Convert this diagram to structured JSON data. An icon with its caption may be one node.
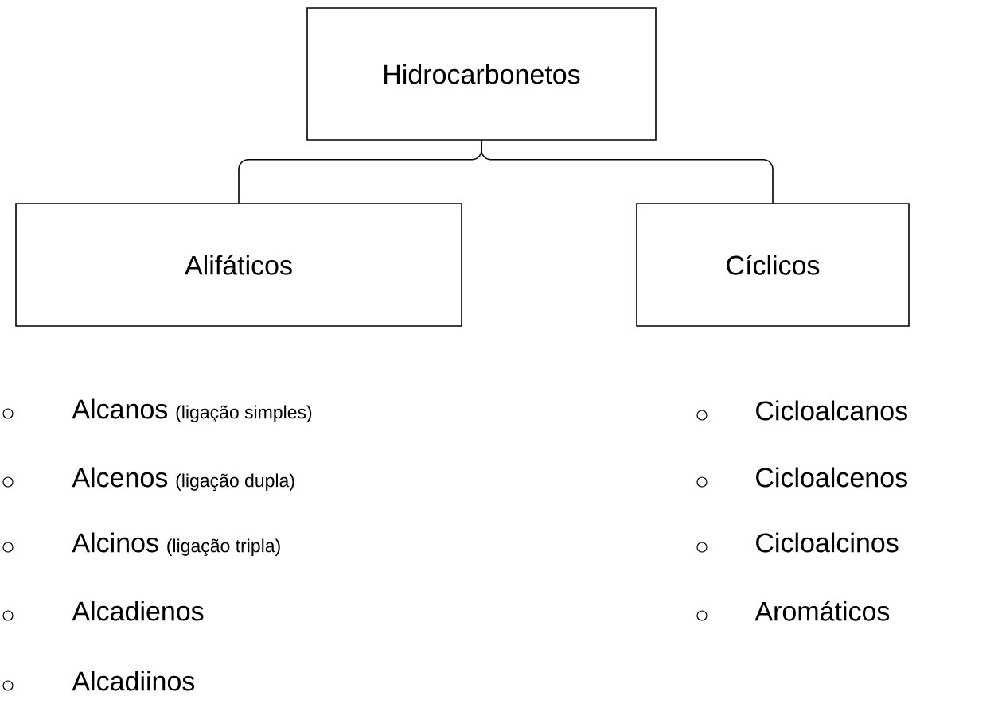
{
  "diagram": {
    "nodes": [
      {
        "text": [
          "Hidrocarbonetos"
        ]
      },
      {
        "text": [
          "Alifáticos"
        ]
      },
      {
        "text": [
          "Cíclicos"
        ]
      }
    ],
    "edges": [
      {
        "from": 0,
        "to": 1,
        "arrow": "none"
      },
      {
        "from": 0,
        "to": 2,
        "arrow": "none"
      }
    ],
    "labels": [
      "Alcanos",
      "(ligação simples)",
      "Cicloalcanos",
      "Alcenos",
      "(ligação dupla)",
      "Cicloalcenos",
      "Alcinos",
      "(ligação tripla)",
      "Cicloalcinos",
      "Alcadienos",
      "Aromáticos",
      "Alcadiinos"
    ]
  }
}
